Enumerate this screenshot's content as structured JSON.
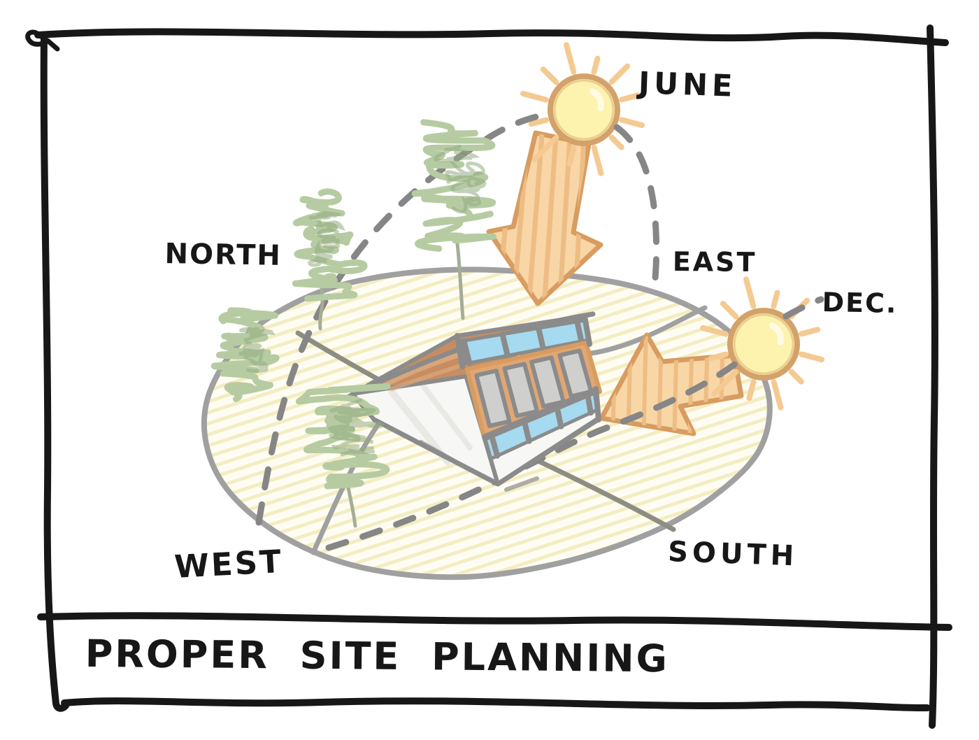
{
  "title": "PROPER SITE PLANNING",
  "compass": {
    "north": "NORTH",
    "east": "EAST",
    "south": "SOUTH",
    "west": "WEST"
  },
  "sun_labels": {
    "june": "JUNE",
    "december": "DEC."
  },
  "colors": {
    "ink": "#171717",
    "site_line": "#a0a0a0",
    "axis_olive": "#8d8d81",
    "dash_gray": "#868686",
    "site_fill": "#fffdf3",
    "site_hatch": "#f4edc2",
    "sun_fill": "#fdf2ae",
    "sun_outline": "#d3a26b",
    "ray_orange": "#f4ca92",
    "arrow_outline": "#d89c60",
    "arrow_fill": "#f8d6a6",
    "arrow_hatch": "#edbd85",
    "roof_brown": "#c78d61",
    "roof_brown_light": "#d9a97e",
    "frame_orange": "#e2a673",
    "window_blue": "#a5daf0",
    "panel_gray": "#cfcfcd",
    "house_line": "#8b8b8b",
    "wall_white": "#f7f7f5",
    "wall_shade": "#e8e8e5",
    "tree_green": "#b6cba2",
    "tree_green_dark": "#94ac81",
    "trunk_gray": "#a4ad98"
  }
}
